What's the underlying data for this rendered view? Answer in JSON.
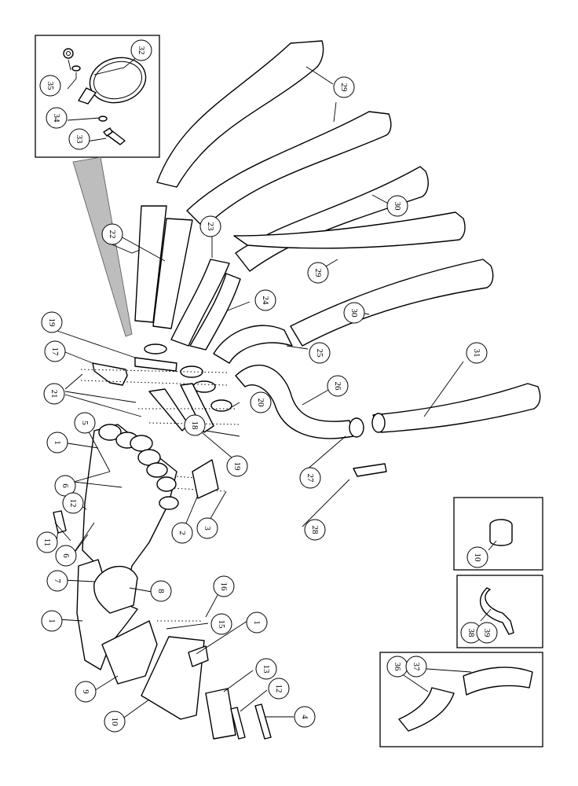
{
  "callouts": [
    "1",
    "2",
    "3",
    "4",
    "5",
    "6",
    "7",
    "8",
    "9",
    "10",
    "11",
    "12",
    "13",
    "15",
    "16",
    "17",
    "18",
    "19",
    "20",
    "21",
    "22",
    "23",
    "24",
    "25",
    "26",
    "27",
    "28",
    "29",
    "30",
    "31",
    "32",
    "33",
    "34",
    "35",
    "36",
    "37",
    "38",
    "39"
  ]
}
